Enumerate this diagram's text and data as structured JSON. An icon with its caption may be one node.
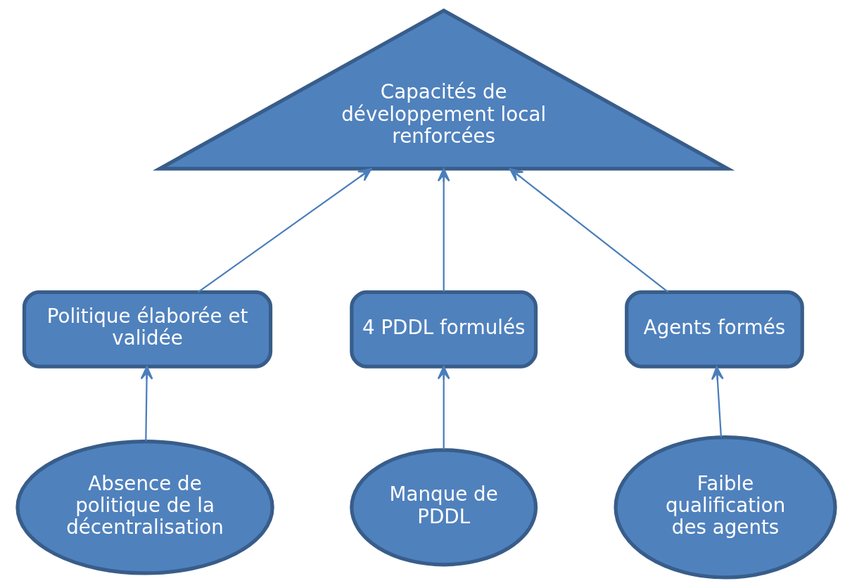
{
  "diagram": {
    "nodes": [
      {
        "text": [
          "Capacités de développement local renforcées"
        ]
      },
      {
        "text": [
          "Politique élaborée et validée"
        ]
      },
      {
        "text": [
          "4 PDDL formulés"
        ]
      },
      {
        "text": [
          "Agents formés"
        ]
      },
      {
        "text": [
          "Absence de politique de la décentralisation"
        ]
      },
      {
        "text": [
          "Manque de PDDL"
        ]
      },
      {
        "text": [
          "Faible qualification des agents"
        ]
      }
    ],
    "edges": [
      {
        "from": 1,
        "to": 0,
        "arrow": "to"
      },
      {
        "from": 2,
        "to": 0,
        "arrow": "to"
      },
      {
        "from": 3,
        "to": 0,
        "arrow": "to"
      },
      {
        "from": 4,
        "to": 1,
        "arrow": "to"
      },
      {
        "from": 5,
        "to": 2,
        "arrow": "to"
      },
      {
        "from": 6,
        "to": 3,
        "arrow": "to"
      }
    ]
  }
}
